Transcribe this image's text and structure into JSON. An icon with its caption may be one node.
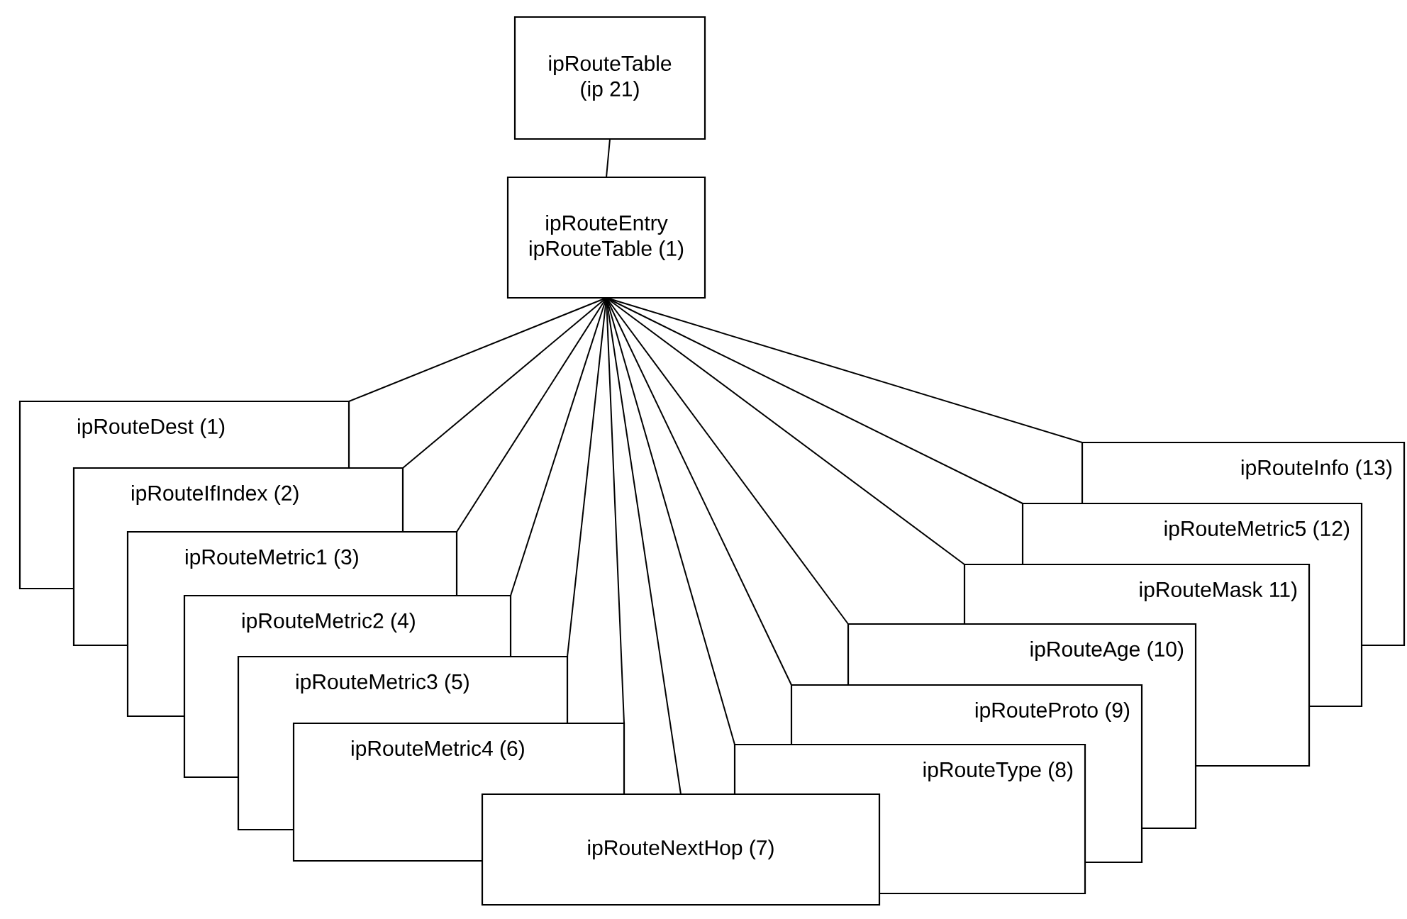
{
  "diagram": {
    "nodes": [
      {
        "text": [
          "ipRouteTable (ip 21)"
        ]
      },
      {
        "text": [
          "ipRouteEntry ipRouteTable (1)"
        ]
      },
      {
        "text": [
          "ipRouteDest  (1)"
        ]
      },
      {
        "text": [
          "ipRouteIfIndex (2)"
        ]
      },
      {
        "text": [
          "ipRouteMetric1 (3)"
        ]
      },
      {
        "text": [
          "ipRouteMetric2 (4)"
        ]
      },
      {
        "text": [
          "ipRouteMetric3 (5)"
        ]
      },
      {
        "text": [
          "ipRouteMetric4 (6)"
        ]
      },
      {
        "text": [
          "ipRouteNextHop (7)"
        ]
      },
      {
        "text": [
          "ipRouteType (8)"
        ]
      },
      {
        "text": [
          "ipRouteProto (9)"
        ]
      },
      {
        "text": [
          "ipRouteAge (10)"
        ]
      },
      {
        "text": [
          "ipRouteMask 11)"
        ]
      },
      {
        "text": [
          "ipRouteMetric5 (12)"
        ]
      },
      {
        "text": [
          "ipRouteInfo (13)"
        ]
      }
    ],
    "edges": [
      {
        "from": 0,
        "to": 1,
        "arrow": "none"
      },
      {
        "from": 1,
        "to": 2,
        "arrow": "none"
      },
      {
        "from": 1,
        "to": 3,
        "arrow": "none"
      },
      {
        "from": 1,
        "to": 4,
        "arrow": "none"
      },
      {
        "from": 1,
        "to": 5,
        "arrow": "none"
      },
      {
        "from": 1,
        "to": 6,
        "arrow": "none"
      },
      {
        "from": 1,
        "to": 7,
        "arrow": "none"
      },
      {
        "from": 1,
        "to": 8,
        "arrow": "none"
      },
      {
        "from": 1,
        "to": 9,
        "arrow": "none"
      },
      {
        "from": 1,
        "to": 10,
        "arrow": "none"
      },
      {
        "from": 1,
        "to": 11,
        "arrow": "none"
      },
      {
        "from": 1,
        "to": 12,
        "arrow": "none"
      },
      {
        "from": 1,
        "to": 13,
        "arrow": "none"
      },
      {
        "from": 1,
        "to": 14,
        "arrow": "none"
      }
    ]
  }
}
